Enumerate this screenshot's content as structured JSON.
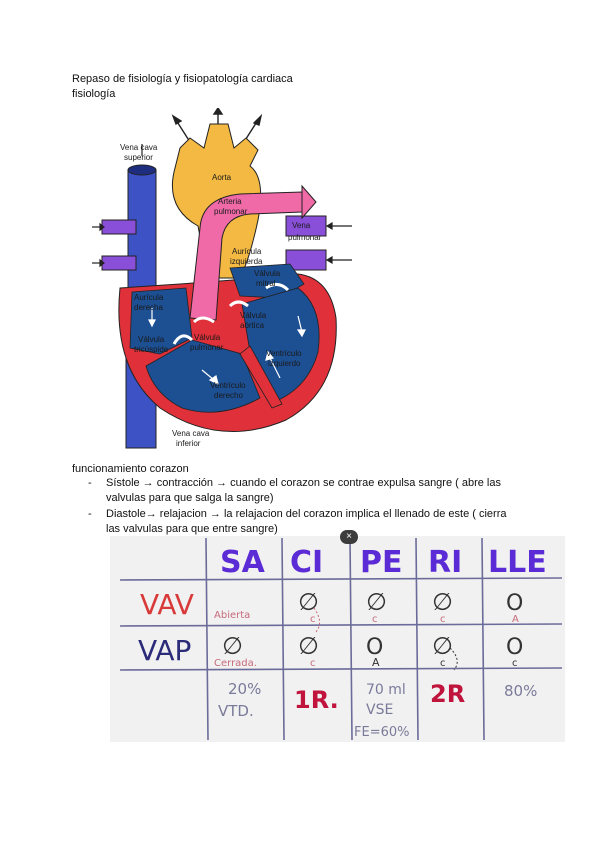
{
  "document": {
    "title": "Repaso de fisiología y fisiopatología cardiaca",
    "subtitle": "fisiología"
  },
  "heart_diagram": {
    "labels": {
      "vena_cava_superior_1": "Vena cava",
      "vena_cava_superior_2": "superior",
      "aorta": "Aorta",
      "arteria_pulmonar_1": "Arteria",
      "arteria_pulmonar_2": "pulmonar",
      "venas_pulmonares_1": "Vena",
      "venas_pulmonares_2": "pulmonar",
      "auricula_izquierda_1": "Aurícula",
      "auricula_izquierda_2": "izquierda",
      "valvula_mitral_1": "Válvula",
      "valvula_mitral_2": "mitral",
      "auricula_derecha_1": "Aurícula",
      "auricula_derecha_2": "derecha",
      "valvula_aortica_1": "Válvula",
      "valvula_aortica_2": "aórtica",
      "valvula_tricuspide_1": "Válvula",
      "valvula_tricuspide_2": "tricúspide",
      "valvula_pulmonar_1": "Válvula",
      "valvula_pulmonar_2": "pulmonar",
      "ventriculo_izquierdo_1": "Ventrículo",
      "ventriculo_izquierdo_2": "izquierdo",
      "ventriculo_derecho_1": "Ventrículo",
      "ventriculo_derecho_2": "derecho",
      "vena_cava_inferior_1": "Vena cava",
      "vena_cava_inferior_2": "inferior"
    },
    "colors": {
      "aorta": "#f4b942",
      "pulmonary_artery": "#f06aa8",
      "vena_cava": "#3d52c4",
      "pulmonary_veins": "#8a4fd8",
      "myocardium": "#e0303a",
      "chamber_blood": "#1d4f93",
      "outline": "#222222"
    }
  },
  "section": {
    "heading": "funcionamiento corazon",
    "bullets": [
      {
        "dash": "-",
        "line1": "Sístole → contracción → cuando  el corazon se contrae expulsa sangre ( abre las",
        "line2": "valvulas para que salga la sangre)"
      },
      {
        "dash": "-",
        "line1": "Diastole→ relajacion → la relajacion del corazon implica el llenado de este ( cierra",
        "line2": "las valvulas para que entre sangre)"
      }
    ]
  },
  "whiteboard": {
    "close_glyph": "×",
    "colors": {
      "headers": "#5b2bd6",
      "vav": "#d83a3a",
      "vap": "#2b2b7a",
      "pencil": "#333333",
      "red_marker": "#c0143c",
      "faint": "#7a7a9a"
    },
    "column_headers": [
      "SA",
      "CI",
      "PE",
      "RI",
      "LLE"
    ],
    "row_labels": [
      "VAV",
      "VAP"
    ],
    "rows": {
      "vav": {
        "sa_note": "Abierta",
        "symbols": [
          "∅",
          "∅",
          "∅",
          "O"
        ],
        "notes": [
          "c",
          "c",
          "c",
          "A"
        ]
      },
      "vap": {
        "symbols": [
          "∅",
          "∅",
          "O",
          "∅",
          "O"
        ],
        "notes": [
          "Cerrada.",
          "c",
          "A",
          "c",
          "c"
        ]
      }
    },
    "bottom_row": {
      "sa_top": "20%",
      "sa_bottom": "VTD.",
      "ci": "1R.",
      "pe_top": "70 ml",
      "pe_middle": "VSE",
      "pe_bottom": "FE=60%",
      "ri": "2R",
      "lle": "80%"
    }
  }
}
